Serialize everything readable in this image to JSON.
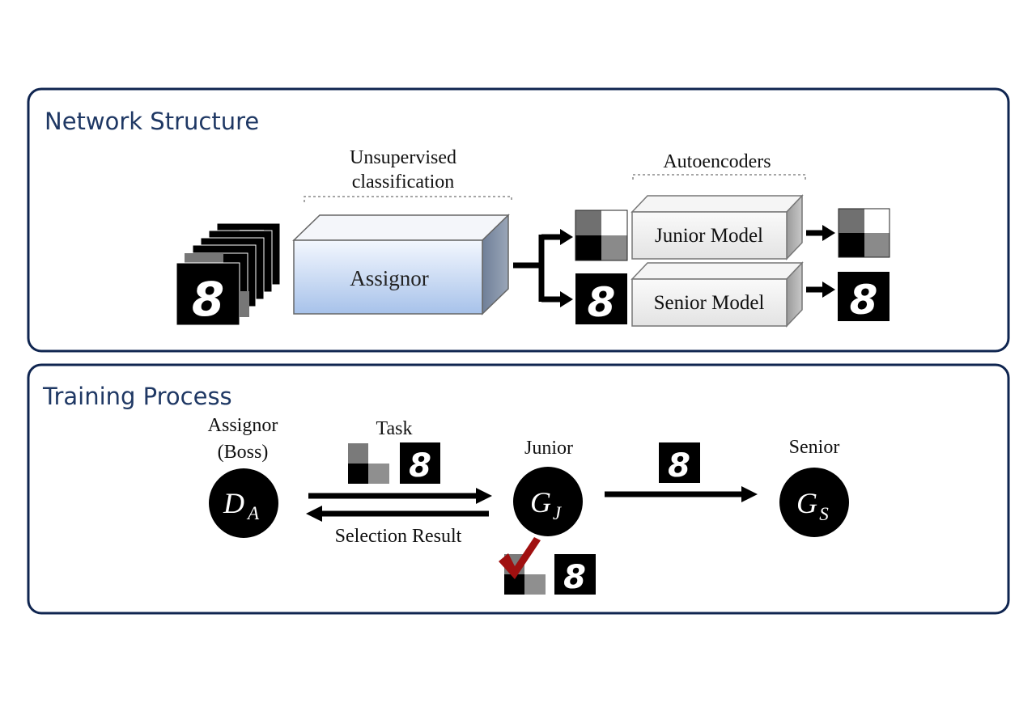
{
  "network_panel": {
    "title": "Network Structure",
    "unsupervised_label_line1": "Unsupervised",
    "unsupervised_label_line2": "classification",
    "assignor_box_label": "Assignor",
    "autoencoders_label": "Autoencoders",
    "junior_model_label": "Junior Model",
    "senior_model_label": "Senior Model"
  },
  "training_panel": {
    "title": "Training Process",
    "assignor_label_line1": "Assignor",
    "assignor_label_line2": "(Boss)",
    "assignor_node": {
      "symbol": "D",
      "subscript": "A"
    },
    "junior_label": "Junior",
    "junior_node": {
      "symbol": "G",
      "subscript": "J"
    },
    "senior_label": "Senior",
    "senior_node": {
      "symbol": "G",
      "subscript": "S"
    },
    "task_label": "Task",
    "selection_result_label": "Selection Result"
  },
  "digit_glyph": "8",
  "colors": {
    "panel_border": "#0f2550",
    "panel_title": "#1f3864",
    "assignor_box_front_top": "#eef4fd",
    "assignor_box_front_bottom": "#a9c4ec",
    "checkmark": "#a01010"
  }
}
